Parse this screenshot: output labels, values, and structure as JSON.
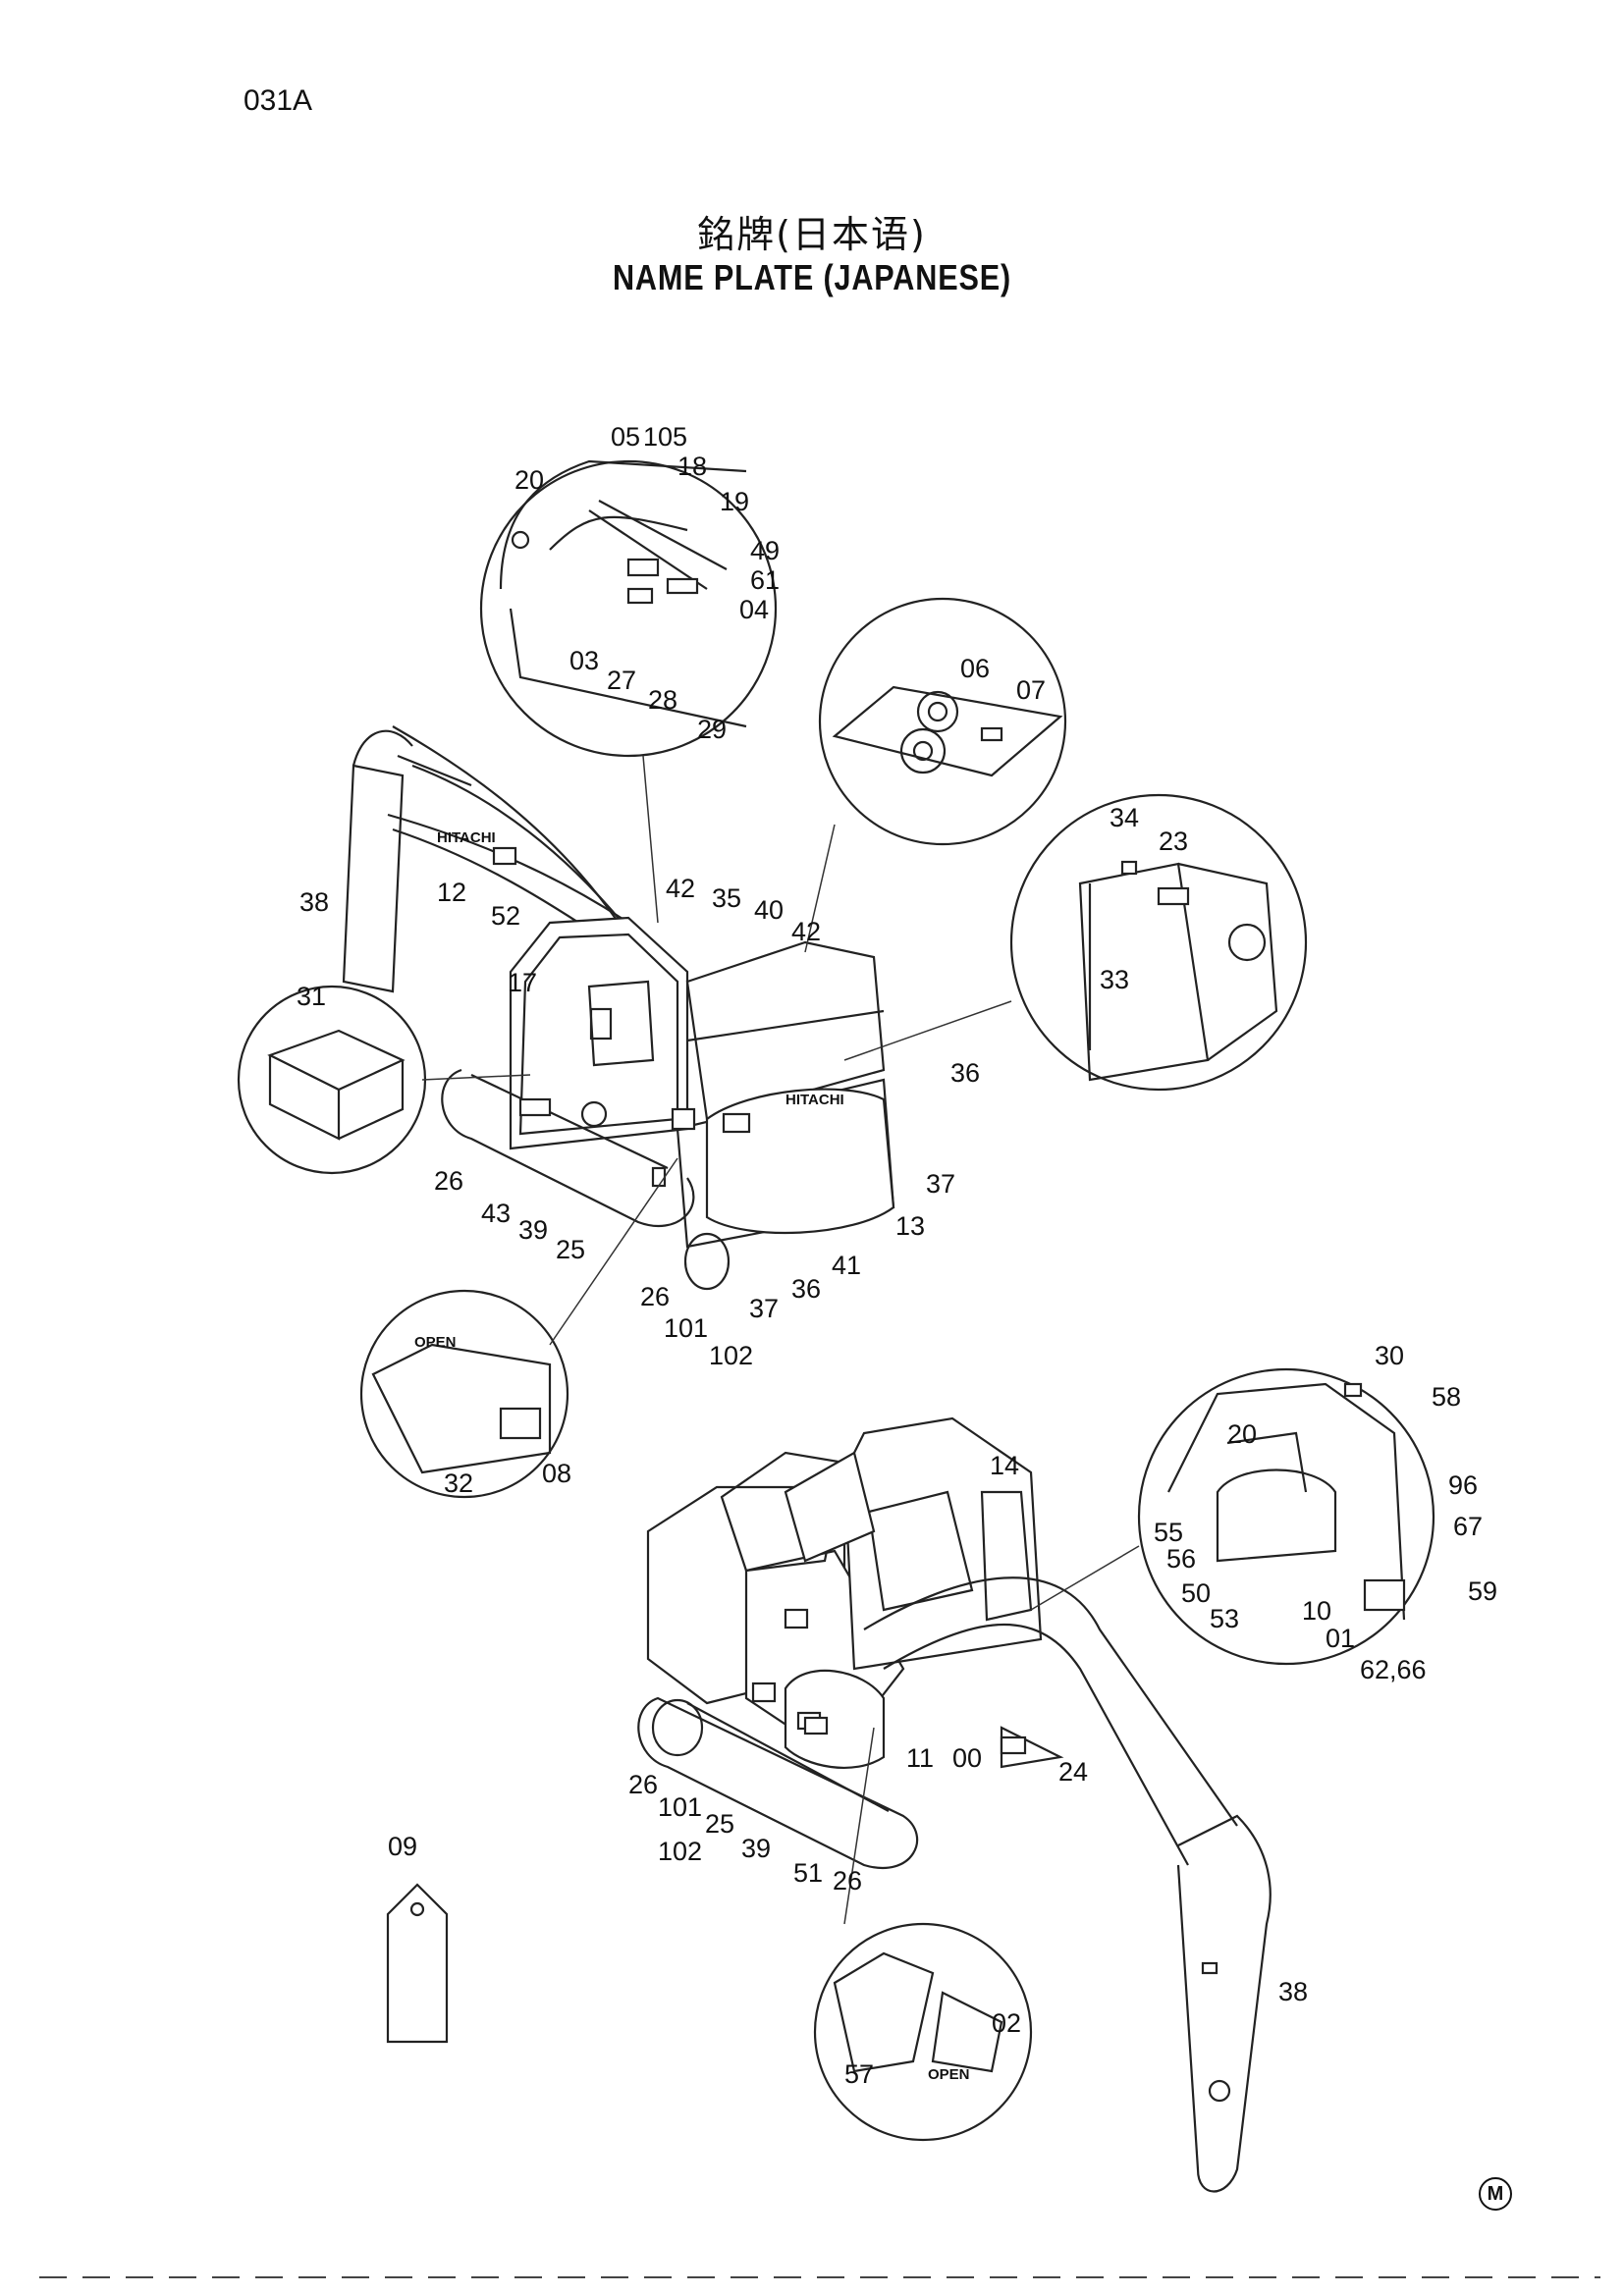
{
  "page_code": "031A",
  "title_jp": "銘牌(日本语)",
  "title_en": "NAME PLATE (JAPANESE)",
  "corner_mark": "M",
  "machine_labels": {
    "brand_front": "HITACHI",
    "brand_side": "HITACHI",
    "open_top": "OPEN",
    "open_bottom": "OPEN"
  },
  "callouts": [
    "05",
    "105",
    "18",
    "19",
    "49",
    "61",
    "04",
    "20",
    "03",
    "27",
    "28",
    "29",
    "06",
    "07",
    "34",
    "23",
    "33",
    "38",
    "12",
    "52",
    "42",
    "35",
    "40",
    "42",
    "31",
    "17",
    "36",
    "26",
    "43",
    "39",
    "25",
    "37",
    "13",
    "26",
    "101",
    "102",
    "37",
    "36",
    "41",
    "32",
    "08",
    "30",
    "58",
    "20",
    "96",
    "55",
    "67",
    "56",
    "50",
    "59",
    "53",
    "10",
    "01",
    "62,66",
    "14",
    "26",
    "101",
    "25",
    "102",
    "39",
    "51",
    "26",
    "11",
    "00",
    "24",
    "09",
    "38",
    "02",
    "57"
  ]
}
